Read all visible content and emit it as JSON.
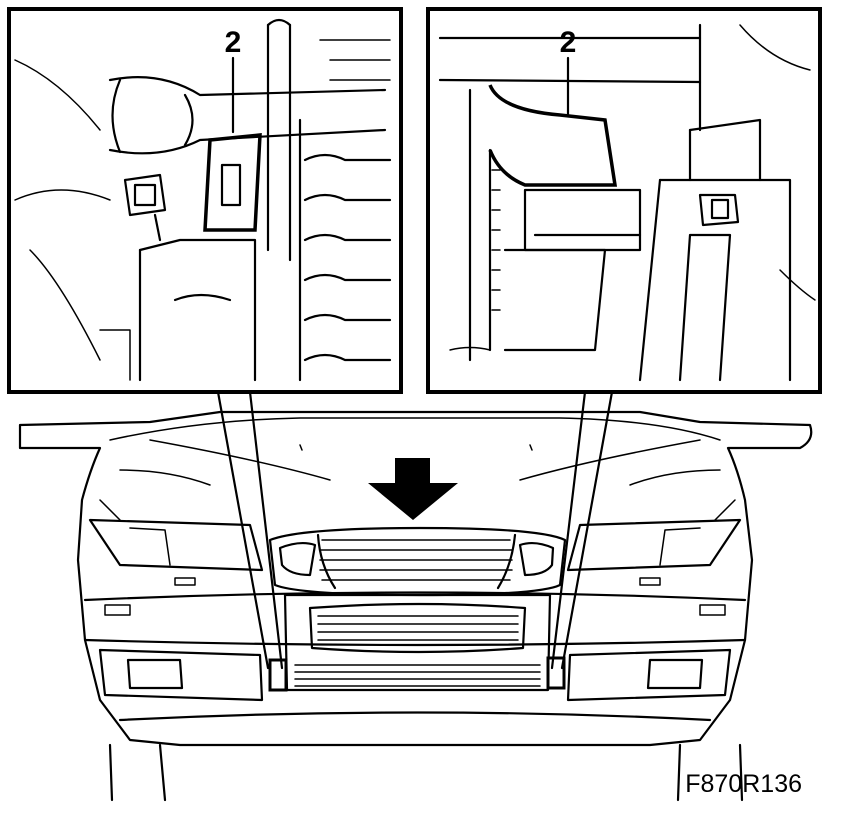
{
  "figure": {
    "id_label": "F870R136"
  },
  "insets": {
    "left": {
      "callout": "2"
    },
    "right": {
      "callout": "2"
    }
  },
  "colors": {
    "ink": "#000000",
    "paper": "#ffffff"
  }
}
